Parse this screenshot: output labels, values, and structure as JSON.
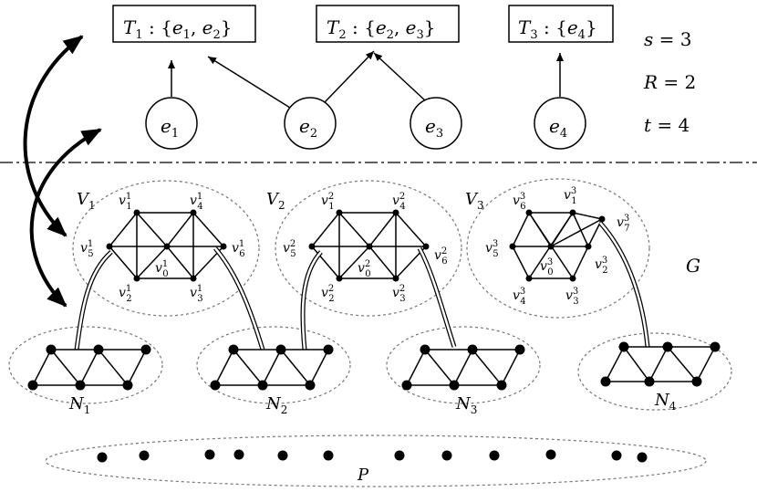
{
  "top": {
    "sets": [
      {
        "name": "T_1",
        "text": "T1 : {e1, e2}"
      },
      {
        "name": "T_2",
        "text": "T2 : {e2, e3}"
      },
      {
        "name": "T_3",
        "text": "T3 : {e4}"
      }
    ],
    "elements": [
      "e1",
      "e2",
      "e3",
      "e4"
    ],
    "params": [
      "s = 3",
      "R = 2",
      "t = 4"
    ]
  },
  "graph": {
    "label": "G",
    "clusters": [
      "V1",
      "V2",
      "V3"
    ],
    "v1": [
      "v01",
      "v11",
      "v21",
      "v31",
      "v41",
      "v51",
      "v61"
    ],
    "v2": [
      "v02",
      "v12",
      "v22",
      "v32",
      "v42",
      "v52",
      "v62"
    ],
    "v3": [
      "v03",
      "v13",
      "v23",
      "v33",
      "v43",
      "v53",
      "v63",
      "v73"
    ],
    "networks": [
      "N1",
      "N2",
      "N3",
      "N4"
    ],
    "pool": "P"
  }
}
